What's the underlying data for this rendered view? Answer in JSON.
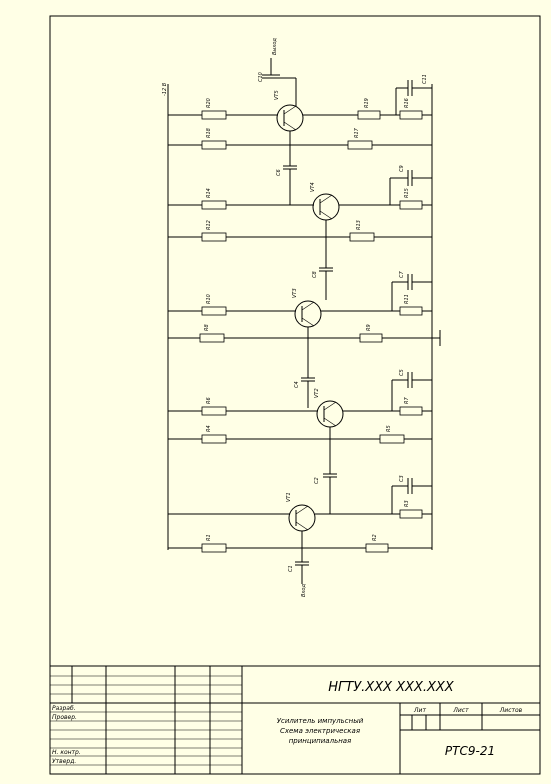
{
  "title_block": {
    "code": "НГТУ.XXX XXX.XXX",
    "name_lines": [
      "Усилитель импульсный",
      "Схема электрическая",
      "принципиальная"
    ],
    "col_lit": "Лит",
    "col_sheet": "Лист",
    "col_sheets": "Листов",
    "org": "РТС9-21",
    "rows": [
      "Разраб.",
      "Провер.",
      "Н. контр.",
      "Утверд."
    ]
  },
  "schematic": {
    "supply_label": "-12 В",
    "input_label": "Вход",
    "output_label": "Выход",
    "transistors": [
      "VT1",
      "VT2",
      "VT3",
      "VT4",
      "VT5"
    ],
    "resistors": [
      "R1",
      "R2",
      "R3",
      "R4",
      "R5",
      "R6",
      "R7",
      "R8",
      "R9",
      "R10",
      "R11",
      "R12",
      "R13",
      "R14",
      "R15",
      "R16",
      "R17",
      "R18",
      "R19",
      "R20"
    ],
    "capacitors": [
      "C1",
      "C2",
      "C3",
      "C4",
      "C5",
      "C6",
      "C7",
      "C8",
      "C9",
      "C10",
      "C11"
    ]
  }
}
